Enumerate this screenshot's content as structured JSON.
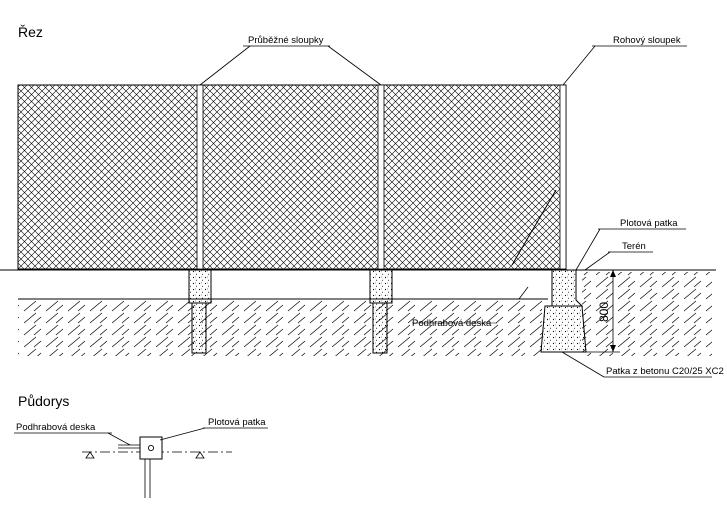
{
  "section": {
    "title": "Řez",
    "labels": {
      "through_posts": "Průběžné sloupky",
      "corner_post": "Rohový sloupek",
      "fence_footing": "Plotová patka",
      "terrain": "Terén",
      "base_board": "Podhrabová deska",
      "concrete_footing": "Patka z betonu C20/25  XC2",
      "depth_dimension": "800"
    }
  },
  "plan": {
    "title": "Půdorys",
    "labels": {
      "base_board": "Podhrabová deska",
      "fence_footing": "Plotová patka"
    }
  },
  "colors": {
    "line": "#000000",
    "background": "#ffffff"
  }
}
